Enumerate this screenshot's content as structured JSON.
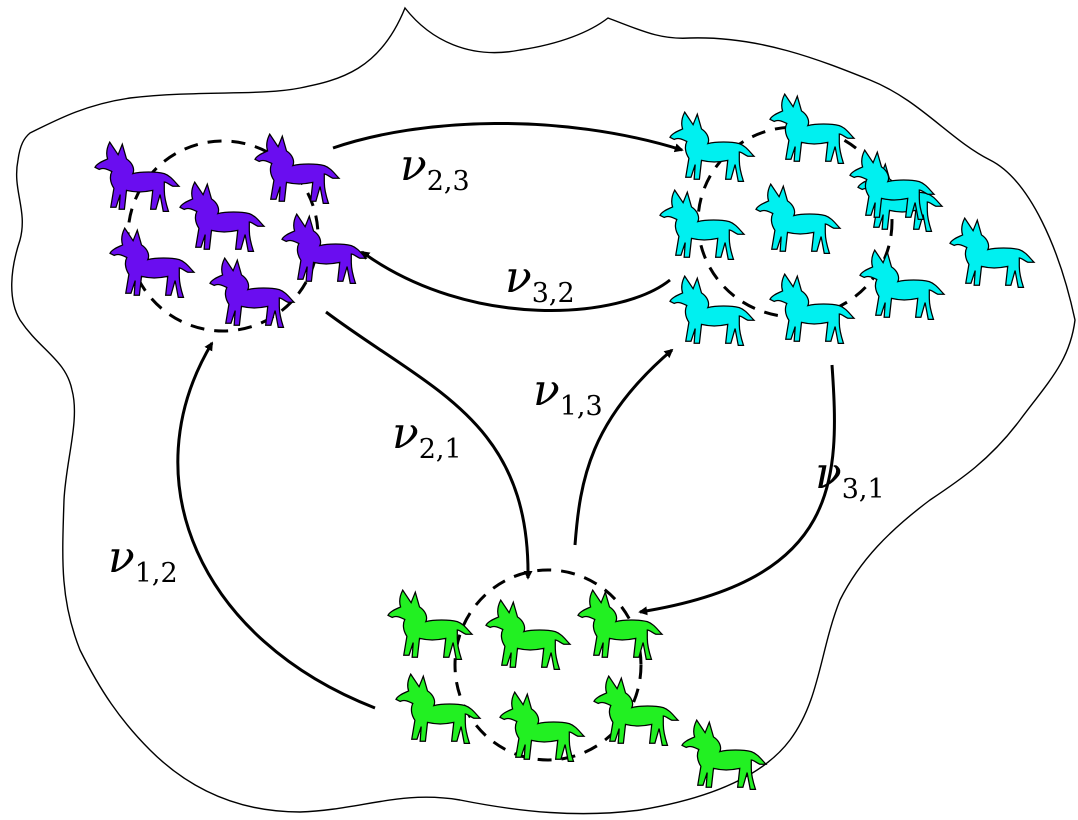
{
  "colors": {
    "region_stroke": "#000000",
    "arrow": "#000000",
    "group1_fill": "#6a0df0",
    "group2_fill": "#00f0f0",
    "group3_fill": "#22f022",
    "animal_stroke": "#000000"
  },
  "icon": "wolf-icon",
  "groups": [
    {
      "id": "group-1",
      "color_key": "group1_fill",
      "members": 6
    },
    {
      "id": "group-2",
      "color_key": "group2_fill",
      "members": 11
    },
    {
      "id": "group-3",
      "color_key": "group3_fill",
      "members": 7
    }
  ],
  "edges": [
    {
      "id": "edge-2-3",
      "label": "ν",
      "sub": "2,3"
    },
    {
      "id": "edge-3-2",
      "label": "ν",
      "sub": "3,2"
    },
    {
      "id": "edge-2-1",
      "label": "ν",
      "sub": "2,1"
    },
    {
      "id": "edge-1-3",
      "label": "ν",
      "sub": "1,3"
    },
    {
      "id": "edge-3-1",
      "label": "ν",
      "sub": "3,1"
    },
    {
      "id": "edge-1-2",
      "label": "ν",
      "sub": "1,2"
    }
  ]
}
